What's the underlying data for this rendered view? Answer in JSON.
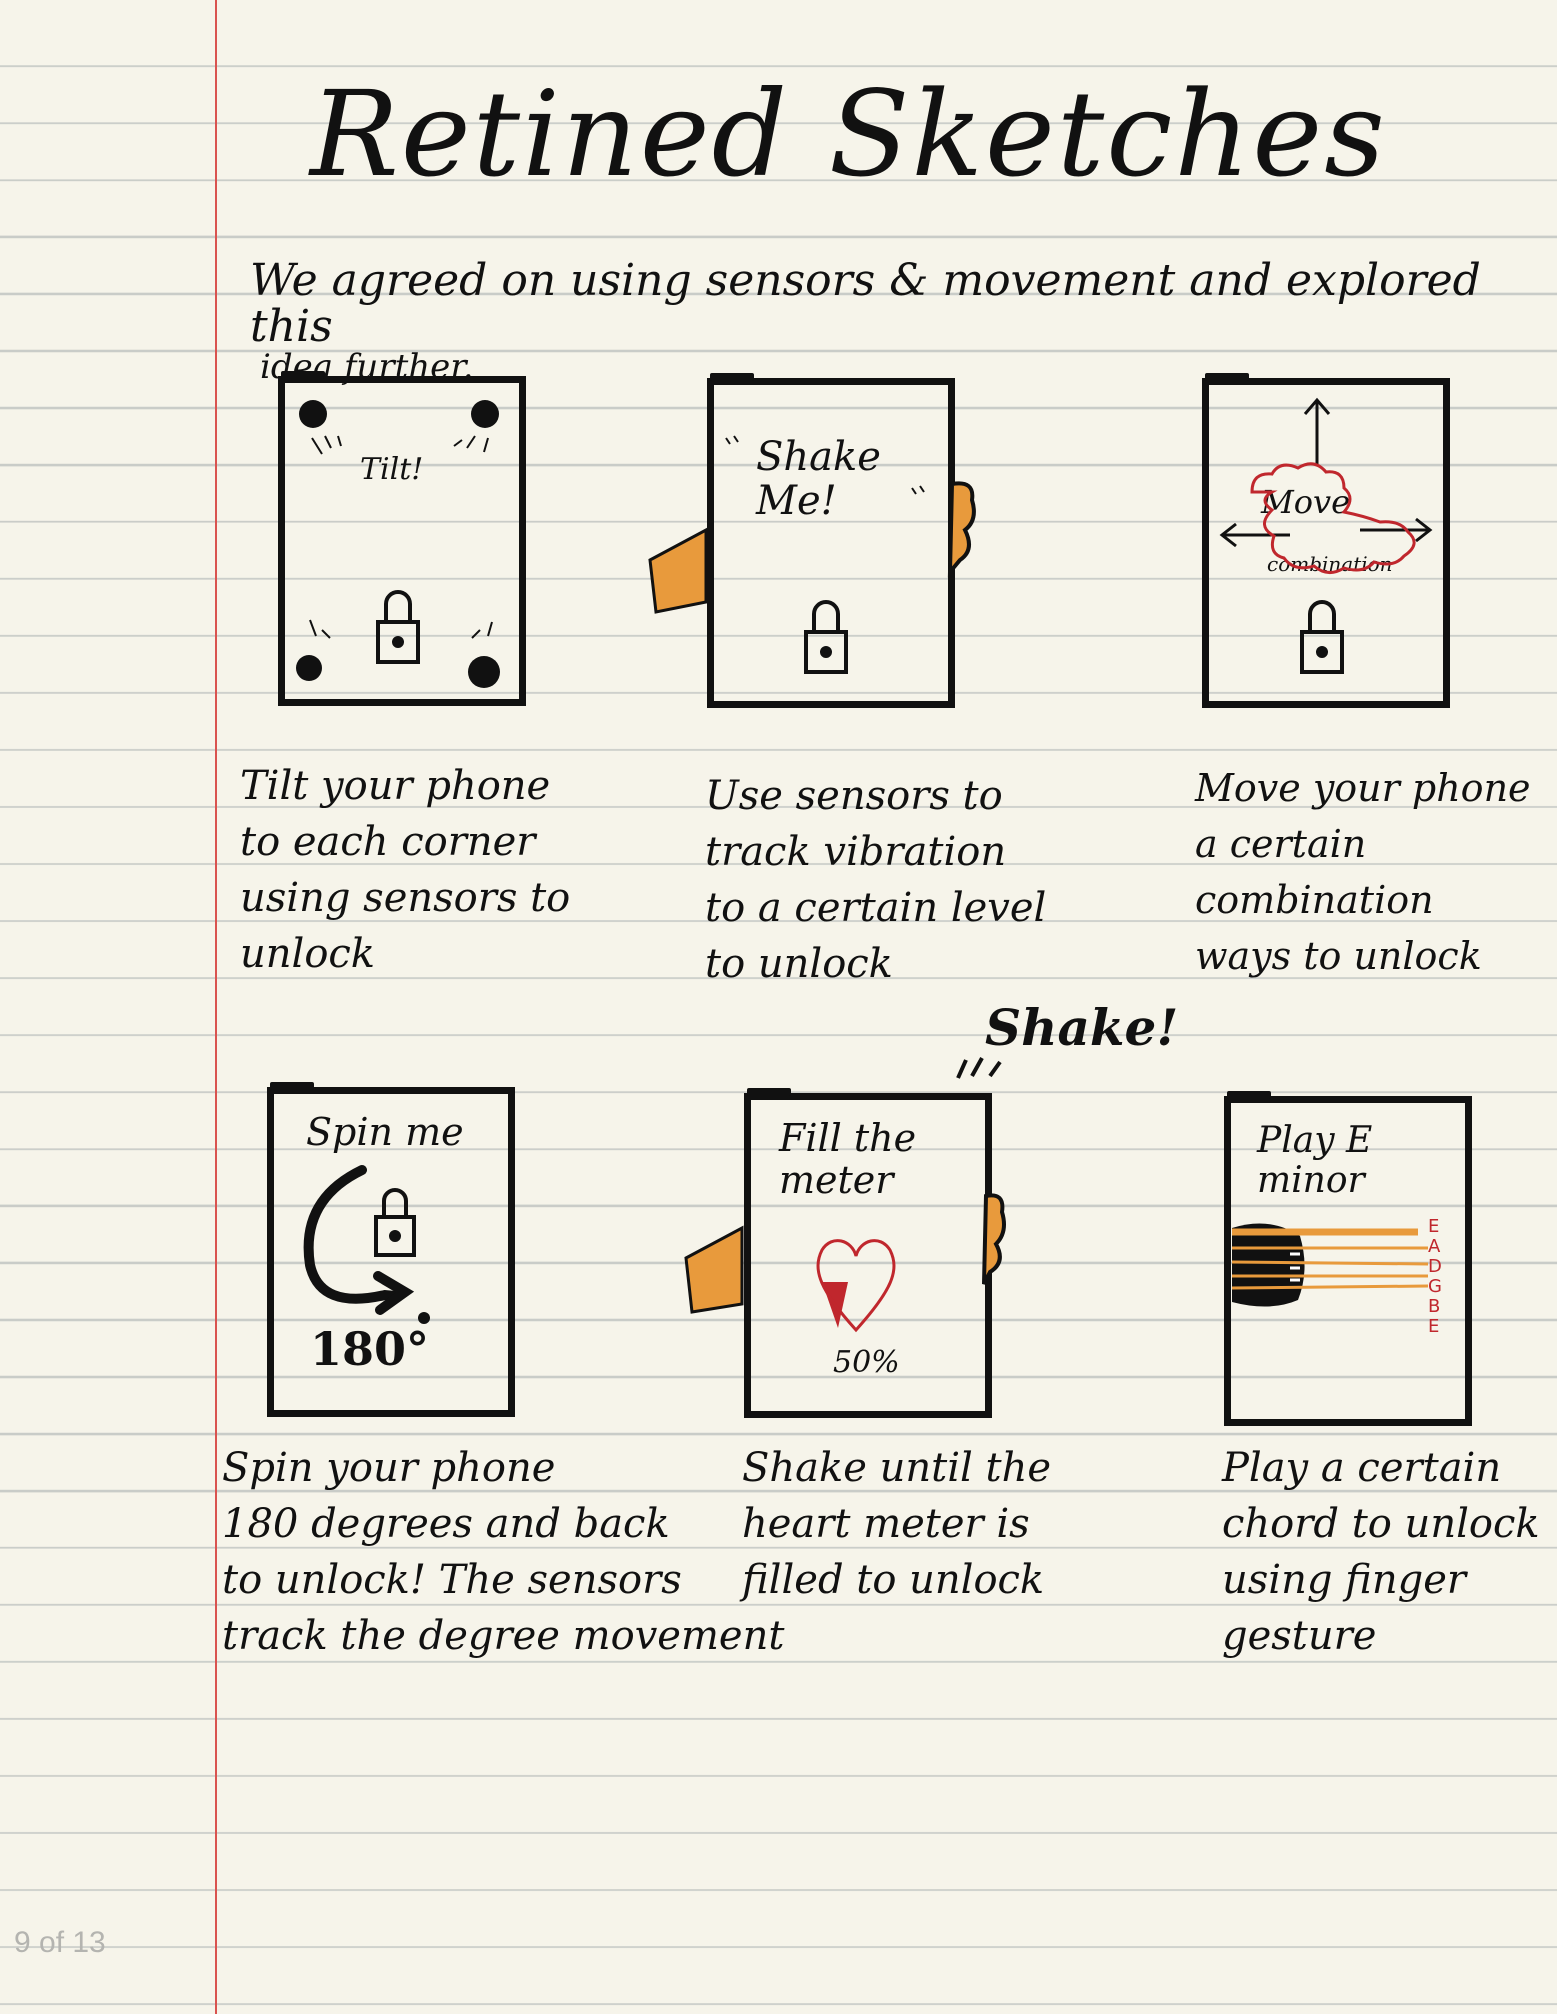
{
  "title": "Retined Sketches",
  "intro": {
    "line1": "We agreed on using sensors & movement and explored this",
    "line2": "idea further."
  },
  "sketches": [
    {
      "screen_texts": [
        "Tilt!"
      ],
      "caption": "Tilt your phone\nto each corner\nusing sensors to\nunlock",
      "icons": [
        "tilt-dots",
        "lock-icon"
      ]
    },
    {
      "screen_texts": [
        "Shake\nMe!"
      ],
      "caption": "Use sensors to\ntrack vibration\nto a certain level\nto unlock",
      "icons": [
        "hand-left",
        "hand-right",
        "lock-icon"
      ]
    },
    {
      "screen_texts": [
        "Move",
        "combination"
      ],
      "caption": "Move your phone\na certain combination\nways to unlock",
      "icons": [
        "arrow-up-icon",
        "arrow-left-icon",
        "arrow-right-icon",
        "lock-icon"
      ]
    },
    {
      "screen_texts": [
        "Spin me",
        "180°"
      ],
      "caption": "Spin your phone\n180 degrees and back\nto unlock! The sensors\ntrack the degree movement",
      "icons": [
        "spin-arrow-icon",
        "lock-icon"
      ]
    },
    {
      "screen_texts": [
        "Fill the\nmeter",
        "50%"
      ],
      "above_text": "Shake!",
      "caption": "Shake until the\nheart meter is\nfilled to unlock",
      "icons": [
        "heart-meter-icon",
        "hand-left",
        "hand-right"
      ],
      "meter_fill": 0.5
    },
    {
      "screen_texts": [
        "Play E minor"
      ],
      "string_labels": [
        "E",
        "A",
        "D",
        "G",
        "B",
        "E"
      ],
      "caption": "Play a certain\nchord to unlock\nusing finger gesture",
      "icons": [
        "guitar-icon"
      ]
    }
  ],
  "page_indicator": "9 of 13",
  "colors": {
    "paper": "#f6f4ea",
    "rule": "#c9ccc8",
    "margin": "#d9534f",
    "ink": "#111111",
    "hand": "#e89a3c",
    "red": "#c0272d"
  }
}
